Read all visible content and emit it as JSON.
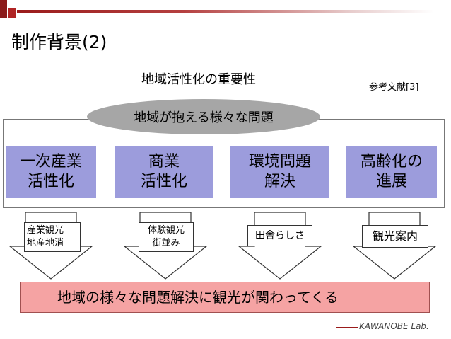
{
  "slide": {
    "title": "制作背景(2)",
    "subtitle": "地域活性化の重要性",
    "reference": "参考文献[3]"
  },
  "problems": {
    "header": "地域が抱える様々な問題",
    "items": [
      {
        "line1": "一次産業",
        "line2": "活性化"
      },
      {
        "line1": "商業",
        "line2": "活性化"
      },
      {
        "line1": "環境問題",
        "line2": "解決"
      },
      {
        "line1": "高齢化の",
        "line2": "進展"
      }
    ]
  },
  "tourism": {
    "items": [
      {
        "line1": "産業観光",
        "line2": "地産地消"
      },
      {
        "line1": "体験観光",
        "line2": "街並み"
      },
      {
        "line1": "田舎らしさ",
        "line2": ""
      },
      {
        "line1": "観光案内",
        "line2": ""
      }
    ]
  },
  "conclusion": "地域の様々な問題解決に観光が関わってくる",
  "footer": "KAWANOBE Lab.",
  "colors": {
    "accent": "#9a1b1b",
    "problem_box": "#9c9cdc",
    "ellipse": "#a6a6a6",
    "banner": "#f5a3a3"
  }
}
